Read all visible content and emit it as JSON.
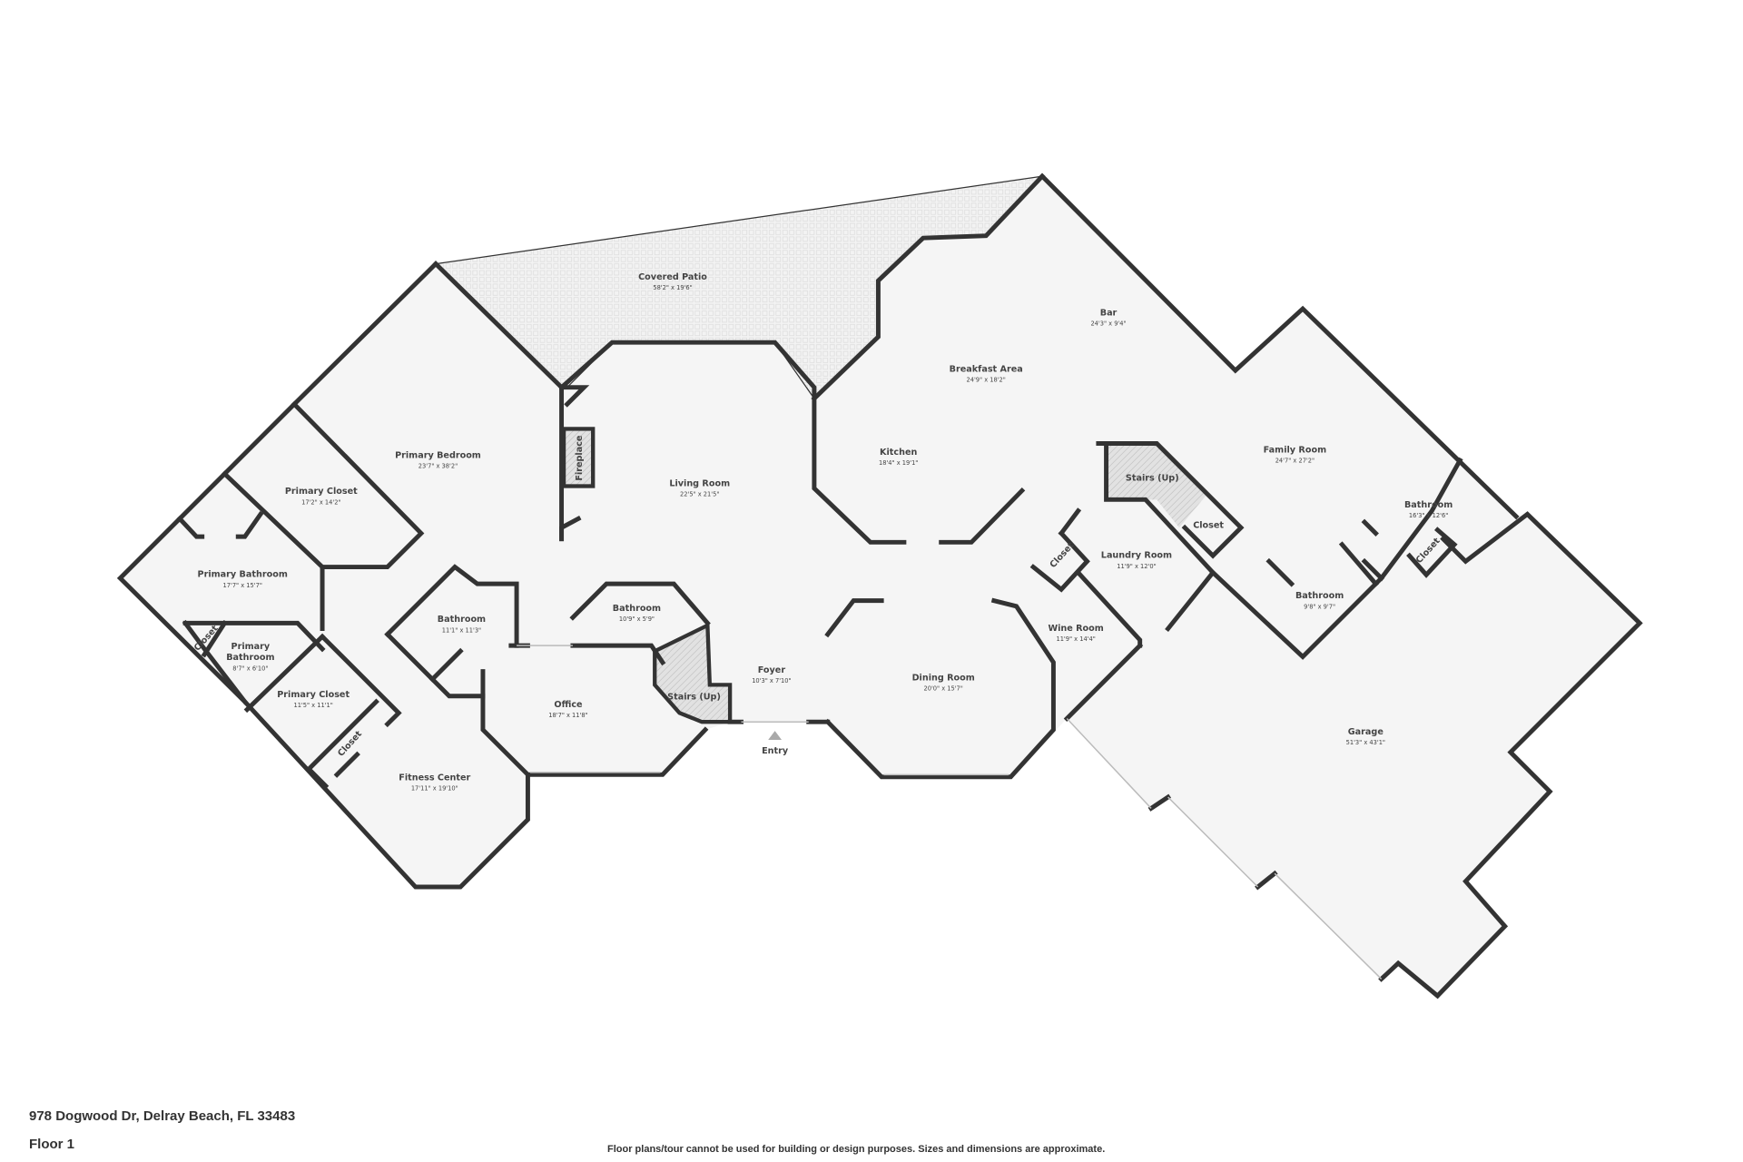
{
  "address": "978 Dogwood Dr, Delray Beach, FL 33483",
  "floor": "Floor 1",
  "disclaimer": "Floor plans/tour cannot be used for building or design purposes. Sizes and dimensions are approximate.",
  "entry_label": "Entry",
  "colors": {
    "wall": "#333333",
    "floor": "#f5f5f5",
    "hatch": "#d6d6d6",
    "background": "#ffffff"
  },
  "rooms": [
    {
      "name": "Covered Patio",
      "dims": "58'2\" x 19'6\""
    },
    {
      "name": "Bar",
      "dims": "24'3\" x 9'4\""
    },
    {
      "name": "Breakfast Area",
      "dims": "24'9\" x 18'2\""
    },
    {
      "name": "Kitchen",
      "dims": "18'4\" x 19'1\""
    },
    {
      "name": "Primary Bedroom",
      "dims": "23'7\" x 38'2\""
    },
    {
      "name": "Living Room",
      "dims": "22'5\" x 21'5\""
    },
    {
      "name": "Family Room",
      "dims": "24'7\" x 27'2\""
    },
    {
      "name": "Primary Closet",
      "dims": "17'2\" x 14'2\""
    },
    {
      "name": "Stairs (Up)"
    },
    {
      "name": "Bathroom",
      "dims": "16'3\" x 12'6\""
    },
    {
      "name": "Closet"
    },
    {
      "name": "Laundry Room",
      "dims": "11'9\" x 12'0\""
    },
    {
      "name": "Closet"
    },
    {
      "name": "Closet"
    },
    {
      "name": "Primary Bathroom",
      "dims": "17'7\" x 15'7\""
    },
    {
      "name": "Bathroom",
      "dims": "9'8\" x 9'7\""
    },
    {
      "name": "Bathroom",
      "dims": "10'9\" x 5'9\""
    },
    {
      "name": "Bathroom",
      "dims": "11'1\" x 11'3\""
    },
    {
      "name": "Wine Room",
      "dims": "11'9\" x 14'4\""
    },
    {
      "name": "Closet"
    },
    {
      "name": "Primary",
      "name2": "Bathroom",
      "dims": "8'7\" x 6'10\""
    },
    {
      "name": "Foyer",
      "dims": "10'3\" x 7'10\""
    },
    {
      "name": "Dining Room",
      "dims": "20'0\" x 15'7\""
    },
    {
      "name": "Stairs (Up)"
    },
    {
      "name": "Primary Closet",
      "dims": "11'5\" x 11'1\""
    },
    {
      "name": "Office",
      "dims": "18'7\" x 11'8\""
    },
    {
      "name": "Closet"
    },
    {
      "name": "Garage",
      "dims": "51'3\" x 43'1\""
    },
    {
      "name": "Fitness Center",
      "dims": "17'11\" x 19'10\""
    },
    {
      "name": "Fireplace"
    }
  ]
}
